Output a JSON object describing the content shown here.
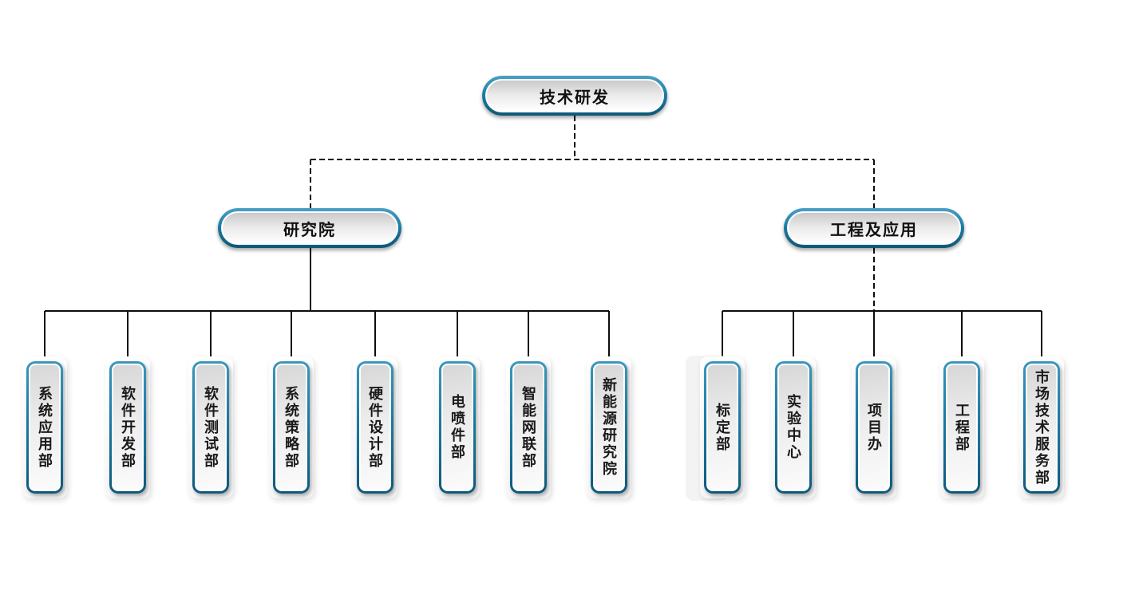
{
  "org": {
    "root_label": "技术研发",
    "branches": [
      {
        "label": "研究院",
        "departments": [
          "系统应用部",
          "软件开发部",
          "软件测试部",
          "系统策略部",
          "硬件设计部",
          "电喷件部",
          "智能网联部",
          "新能源研究院"
        ]
      },
      {
        "label": "工程及应用",
        "departments": [
          "标定部",
          "实验中心",
          "项目办",
          "工程部",
          "市场技术服务部"
        ]
      }
    ],
    "colors": {
      "node_border_teal": "#1d7ca6",
      "node_border_teal_light": "#4aa0c4",
      "node_border_teal_dark": "#0d5876",
      "node_fill_top": "#c9c9c9",
      "node_fill_bottom": "#ffffff",
      "connector_line": "#000000",
      "text": "#1a1a1a",
      "background": "#ffffff"
    },
    "connector_styles": {
      "root_to_branches": "dashed",
      "branch_research_to_departments": "solid",
      "branch_engineering_drop": "dashed",
      "department_drops": "solid"
    }
  }
}
